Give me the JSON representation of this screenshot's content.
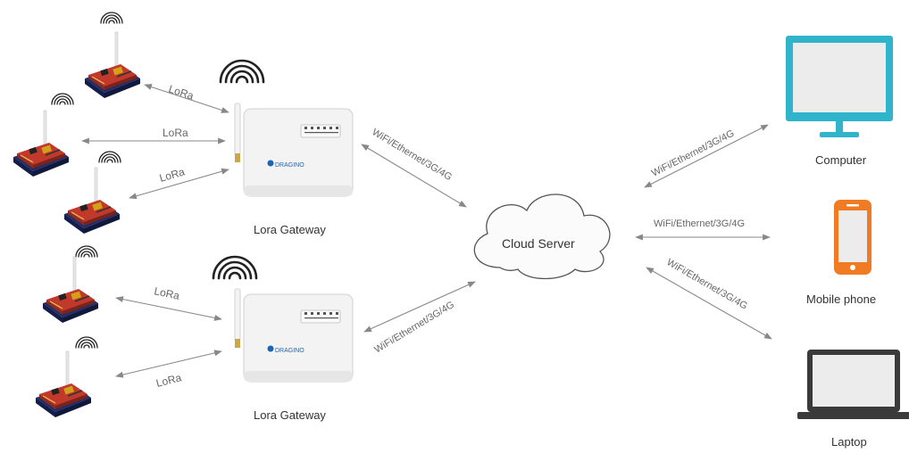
{
  "diagram": {
    "lora_label": "LoRa",
    "gateway_label": "Lora Gateway",
    "gateway_brand": "DRAGINO",
    "wan_label": "WiFi/Ethernet/3G/4G",
    "cloud_label": "Cloud Server",
    "devices": {
      "computer": "Computer",
      "mobile": "Mobile phone",
      "laptop": "Laptop"
    },
    "colors": {
      "accent": "#2fb4cc",
      "phone": "#f07b22",
      "laptop": "#3a3a3a",
      "arrow": "#888888"
    }
  }
}
